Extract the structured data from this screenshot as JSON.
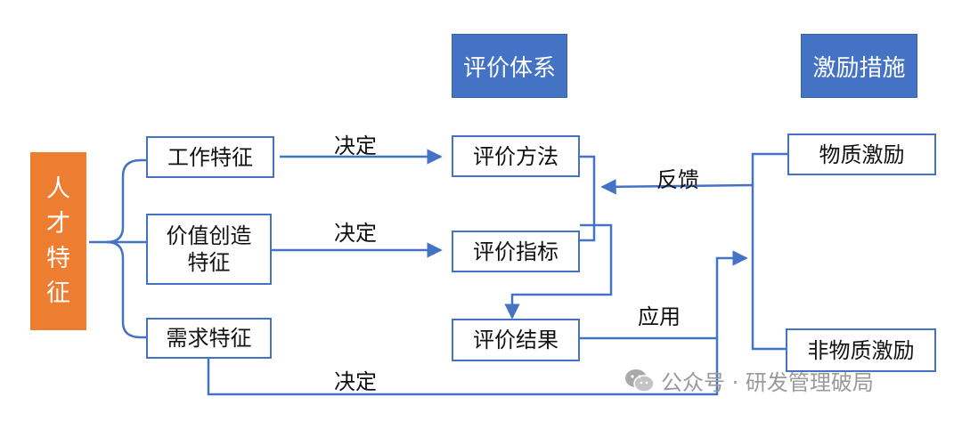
{
  "headers": {
    "evaluation_system": "评价体系",
    "incentive_measures": "激励措施"
  },
  "talent": "人\n才\n特\n征",
  "traits": {
    "work": "工作特征",
    "value": "价值创造\n特征",
    "demand": "需求特征"
  },
  "evaluation": {
    "method": "评价方法",
    "indicator": "评价指标",
    "result": "评价结果"
  },
  "incentives": {
    "material": "物质激励",
    "non_material": "非物质激励"
  },
  "labels": {
    "decide_1": "决定",
    "decide_2": "决定",
    "decide_3": "决定",
    "feedback": "反馈",
    "apply": "应用"
  },
  "watermark": {
    "text": "公众号 · 研发管理破局"
  },
  "colors": {
    "line": "#4472c4",
    "header_bg": "#4472c4",
    "talent_bg": "#ed7d31"
  }
}
